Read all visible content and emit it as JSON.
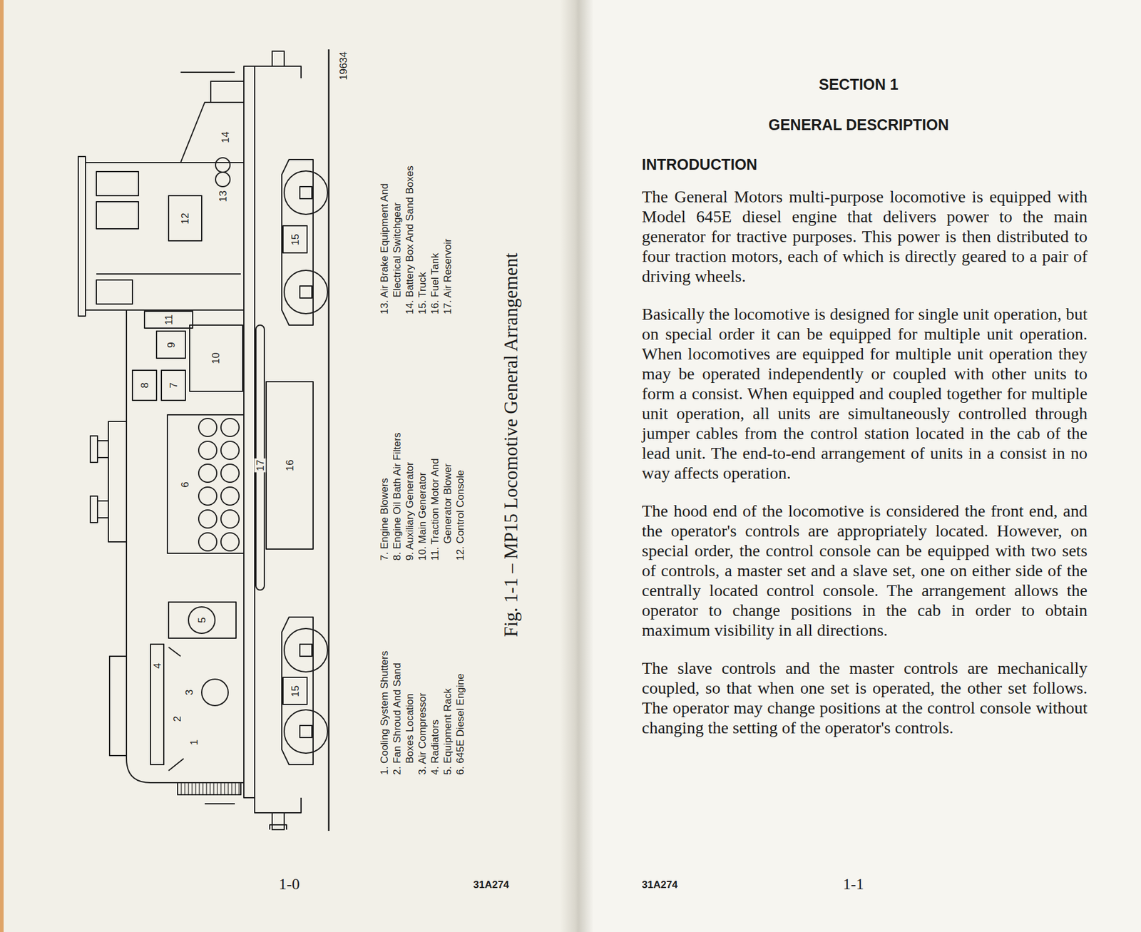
{
  "diagram": {
    "title": "SECTION 1",
    "caption": "Fig. 1-1 – MP15 Locomotive General Arrangement",
    "labels": [
      "1",
      "2",
      "3",
      "4",
      "5",
      "6",
      "7",
      "8",
      "9",
      "10",
      "11",
      "12",
      "13",
      "14",
      "15",
      "15",
      "16",
      "17",
      "19634",
      "1. Cooling System Shutters",
      "2. Fan Shroud And Sand Boxes Location",
      "3. Air Compressor",
      "4. Radiators",
      "5. Equipment Rack",
      "6. 645E Diesel Engine",
      "7. Engine Blowers",
      "8. Engine Oil Bath Air Filters",
      "9. Auxiliary Generator",
      "10. Main Generator",
      "11. Traction Motor And Generator Blower",
      "12. Control Console",
      "13. Air Brake Equipment And Electrical Switchgear",
      "14. Battery Box And Sand Boxes",
      "15. Truck",
      "16. Fuel Tank",
      "17. Air Reservoir",
      "1-0",
      "31A274",
      "GENERAL DESCRIPTION",
      "INTRODUCTION",
      "The General Motors multi-purpose locomotive is equipped with Model 645E diesel engine that delivers power to the main generator for tractive purposes. This power is then distributed to four traction motors, each of which is directly geared to a pair of driving wheels.",
      "Basically the locomotive is designed for single unit operation, but on special order it can be equipped for multiple unit operation. When locomotives are equipped for multiple unit operation they may be operated independently or coupled with other units to form a consist. When equipped and coupled together for multiple unit operation, all units are simultaneously controlled through jumper cables from the control station located in the cab of the lead unit. The end-to-end arrangement of units in a consist in no way affects operation.",
      "The hood end of the locomotive is considered the front end, and the operator's controls are appropriately located. However, on special order, the control console can be equipped with two sets of controls, a master set and a slave set, one on either side of the centrally located control console. The arrangement allows the operator to change positions in the cab in order to obtain maximum visibility in all directions.",
      "The slave controls and the master controls are mechanically coupled, so that when one set is operated, the other set follows. The operator may change positions at the control console without changing the setting of the operator's controls.",
      "31A274",
      "1-1"
    ]
  }
}
